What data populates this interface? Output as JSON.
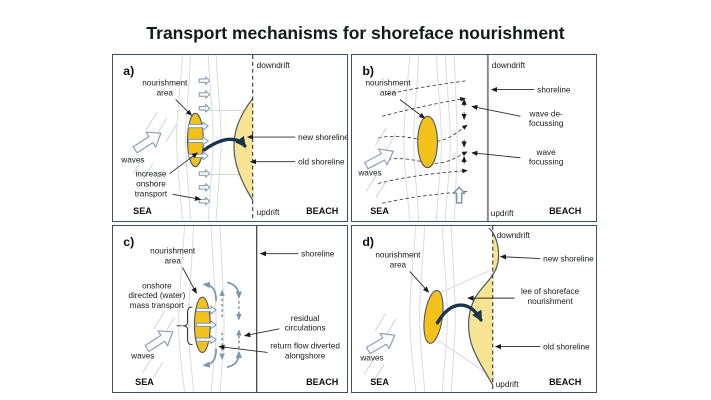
{
  "title": "Transport mechanisms for shoreface nourishment",
  "colors": {
    "nourishment_yellow": "#F2C21A",
    "accretion_yellow": "#F6E492",
    "arrow_navy": "#18344F",
    "panel_border": "#3D4F63"
  },
  "panels": {
    "a": {
      "letter": "a)",
      "labels": {
        "downdrift": "downdrift",
        "nourishment_l1": "nourishment",
        "nourishment_l2": "area",
        "waves": "waves",
        "increase_l1": "increase",
        "increase_l2": "onshore",
        "increase_l3": "transport",
        "new_shoreline": "new shoreline",
        "old_shoreline": "old shoreline",
        "sea": "SEA",
        "updrift": "updrift",
        "beach": "BEACH"
      }
    },
    "b": {
      "letter": "b)",
      "labels": {
        "downdrift": "downdrift",
        "nourishment_l1": "nourishment",
        "nourishment_l2": "area",
        "shoreline": "shoreline",
        "defocus_l1": "wave de-",
        "defocus_l2": "focussing",
        "focus_l1": "wave",
        "focus_l2": "focussing",
        "waves": "waves",
        "sea": "SEA",
        "updrift": "updrift",
        "beach": "BEACH"
      }
    },
    "c": {
      "letter": "c)",
      "labels": {
        "nourishment_l1": "nourishment",
        "nourishment_l2": "area",
        "shoreline": "shoreline",
        "onshore_l1": "onshore",
        "onshore_l2": "directed (water)",
        "onshore_l3": "mass transport",
        "residual_l1": "residual",
        "residual_l2": "circulations",
        "return_l1": "return flow diverted",
        "return_l2": "alongshore",
        "waves": "waves",
        "sea": "SEA",
        "beach": "BEACH"
      }
    },
    "d": {
      "letter": "d)",
      "labels": {
        "downdrift": "downdrift",
        "nourishment_l1": "nourishment",
        "nourishment_l2": "area",
        "new_shoreline": "new shoreline",
        "lee_l1": "lee of shoreface",
        "lee_l2": "nourishment",
        "old_shoreline": "old shoreline",
        "waves": "waves",
        "sea": "SEA",
        "updrift": "updrift",
        "beach": "BEACH"
      }
    }
  }
}
